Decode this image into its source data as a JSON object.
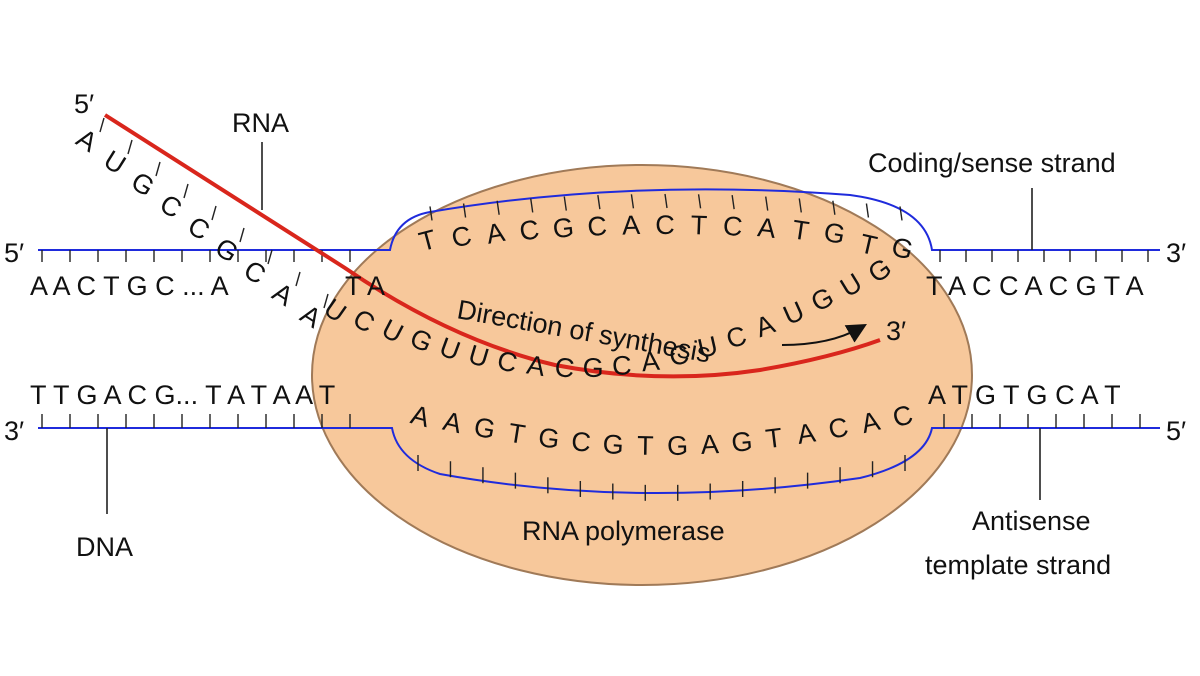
{
  "colors": {
    "polymerase_fill": "#f7c89b",
    "polymerase_stroke": "#a07a58",
    "dna_strand": "#1f2bdc",
    "rna_strand": "#d9261c",
    "text": "#111111"
  },
  "labels": {
    "rna": "RNA",
    "coding_strand": "Coding/sense strand",
    "dna": "DNA",
    "polymerase": "RNA polymerase",
    "antisense_line1": "Antisense",
    "antisense_line2": "template strand",
    "direction": "Direction of synthesis",
    "end_5prime": "5′",
    "end_3prime": "3′"
  },
  "sequences": {
    "coding_left": "A A C T G C ... A",
    "coding_left_ta": "T A",
    "coding_bubble": [
      "T",
      "C",
      "A",
      "C",
      "G",
      "C",
      "A",
      "C",
      "T",
      "C",
      "A",
      "T",
      "G",
      "T",
      "G"
    ],
    "coding_right": "T A C C A C G T A",
    "template_left": "T T G A C G... T A T A A T",
    "template_bubble": [
      "A",
      "A",
      "G",
      "T",
      "G",
      "C",
      "G",
      "T",
      "G",
      "A",
      "G",
      "T",
      "A",
      "C",
      "A",
      "C"
    ],
    "template_right": "A T G T G C A T",
    "rna_free": [
      "A",
      "U",
      "G",
      "C",
      "C",
      "G",
      "C",
      "A",
      "A"
    ],
    "rna_paired": [
      "U",
      "C",
      "U",
      "G",
      "U",
      "U",
      "C",
      "A",
      "C",
      "G",
      "C",
      "A",
      "C",
      "U",
      "C",
      "A",
      "U",
      "G",
      "U",
      "G"
    ]
  },
  "icons": {
    "arrow": "curved-arrow-icon"
  }
}
